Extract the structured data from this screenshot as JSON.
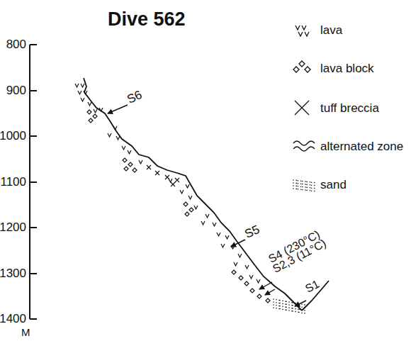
{
  "diagram": {
    "title": "Dive 562",
    "labels": [
      "S6",
      "S5",
      "S4 (230°C)",
      "S2,3 (11°C)",
      "S1",
      "800",
      "900",
      "1000",
      "1100",
      "1200",
      "1300",
      "1400",
      "M"
    ],
    "legend": [
      {
        "text": "lava"
      },
      {
        "text": "lava block"
      },
      {
        "text": "tuff breccia"
      },
      {
        "text": "alternated zone"
      },
      {
        "text": "sand"
      }
    ]
  }
}
